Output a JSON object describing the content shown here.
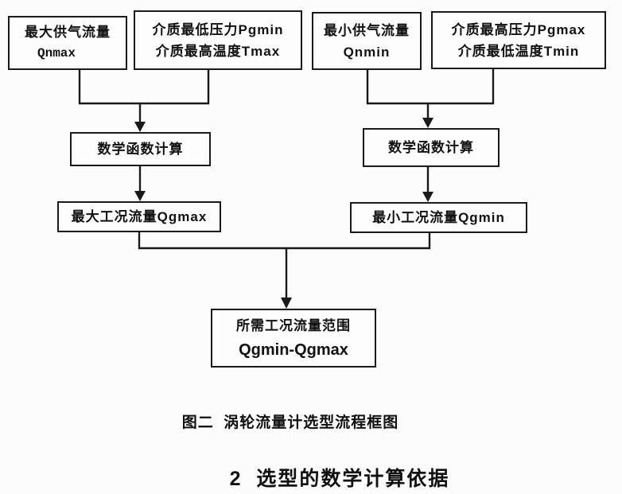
{
  "figure": {
    "boxes": {
      "qnmax": {
        "line1": "最大供气流量",
        "line2": "Qnmax"
      },
      "pgmin_tmax": {
        "line1": "介质最低压力Pgmin",
        "line2": "介质最高温度Tmax"
      },
      "qnmin": {
        "line1": "最小供气流量",
        "line2": "Qnmin"
      },
      "pgmax_tmin": {
        "line1": "介质最高压力Pgmax",
        "line2": "介质最低温度Tmin"
      },
      "calc_left": {
        "label": "数学函数计算"
      },
      "calc_right": {
        "label": "数学函数计算"
      },
      "qgmax": {
        "label": "最大工况流量Qgmax"
      },
      "qgmin": {
        "label": "最小工况流量Qgmin"
      },
      "result": {
        "line1": "所需工况流量范围",
        "line2": "Qgmin-Qgmax"
      }
    },
    "caption": "图二  涡轮流量计选型流程框图",
    "section_heading": "2  选型的数学计算依据",
    "colors": {
      "line": "#1a1a1a",
      "background": "#fcfcfc",
      "box_fill": "#fdfdfd",
      "text": "#111111"
    }
  }
}
